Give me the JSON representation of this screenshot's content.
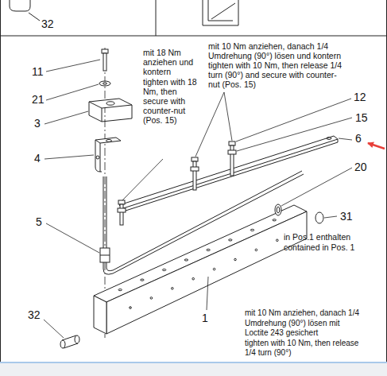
{
  "diagram": {
    "labels": [
      "32",
      "11",
      "21",
      "3",
      "4",
      "5",
      "32",
      "1",
      "12",
      "15",
      "6",
      "20",
      "31",
      "mit 18 Nm anziehen und kontern",
      "tighten with 18 Nm, then secure with counter-nut (Pos. 15)",
      "mit 10 Nm anziehen, danach 1/4 Umdrehung (90°) lösen und kontern",
      "tighten with 10 Nm, then release 1/4 turn (90°) and secure with counter-nut (Pos. 15)",
      "in Pos.1 enthalten",
      "contained in Pos. 1",
      "mit 10 Nm anziehen, danach 1/4 Umdrehung (90°) lösen mit Loctite 243 gesichert",
      "tighten with 10 Nm, then release 1/4 turn (90°)"
    ]
  }
}
